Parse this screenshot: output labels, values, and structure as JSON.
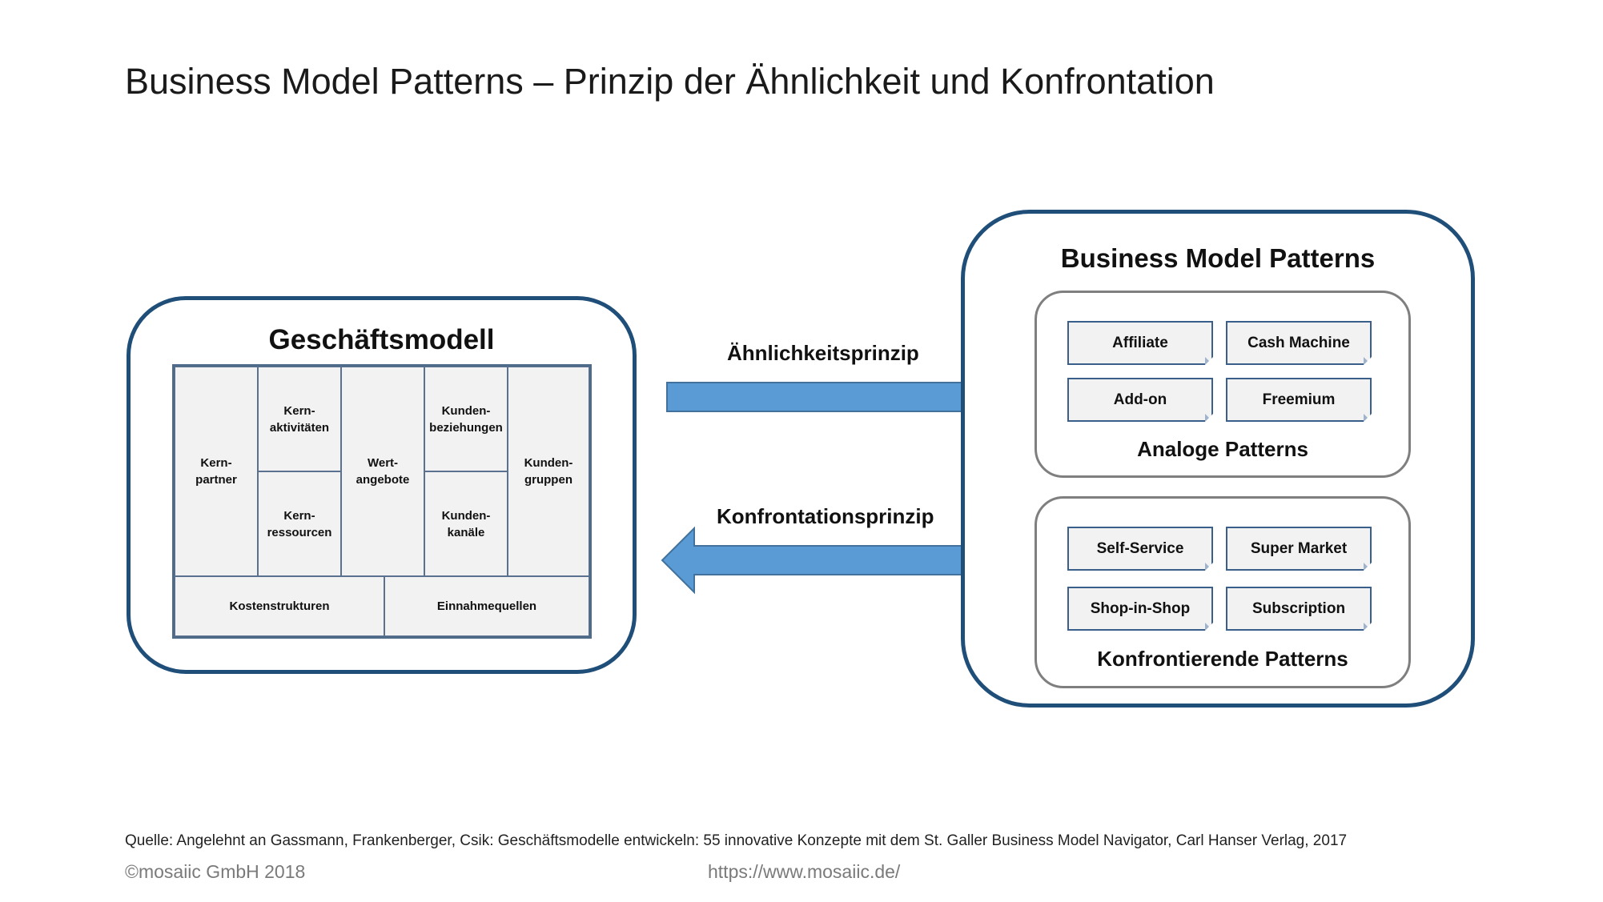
{
  "title": "Business Model Patterns – Prinzip der Ähnlichkeit und Konfrontation",
  "geschaeftsmodell": {
    "title": "Geschäftsmodell",
    "cells": {
      "kernpartner": "Kern-\npartner",
      "kernaktivitaeten": "Kern-\naktivitäten",
      "kernressourcen": "Kern-\nressourcen",
      "wertangebote": "Wert-\nangebote",
      "kundenbeziehungen": "Kunden-\nbeziehungen",
      "kundenkanaele": "Kunden-\nkanäle",
      "kundengruppen": "Kunden-\ngruppen",
      "kostenstrukturen": "Kostenstrukturen",
      "einnahmequellen": "Einnahmequellen"
    }
  },
  "arrows": {
    "similarity_label": "Ähnlichkeitsprinzip",
    "confrontation_label": "Konfrontationsprinzip"
  },
  "business_model_patterns": {
    "title": "Business Model Patterns",
    "analog": {
      "label": "Analoge Patterns",
      "items": [
        "Affiliate",
        "Cash Machine",
        "Add-on",
        "Freemium"
      ]
    },
    "confronting": {
      "label": "Konfrontierende Patterns",
      "items": [
        "Self-Service",
        "Super Market",
        "Shop-in-Shop",
        "Subscription"
      ]
    }
  },
  "footer": {
    "source": "Quelle: Angelehnt an Gassmann, Frankenberger, Csik: Geschäftsmodelle entwickeln: 55 innovative Konzepte mit dem St. Galler Business Model Navigator, Carl Hanser Verlag, 2017",
    "copyright": "©mosaiic GmbH 2018",
    "url": "https://www.mosaiic.de/"
  },
  "colors": {
    "panel_border": "#1f4e79",
    "arrow_fill": "#5b9bd5",
    "arrow_stroke": "#41719c",
    "group_border": "#7f7f7f",
    "cell_fill": "#f2f2f2"
  }
}
